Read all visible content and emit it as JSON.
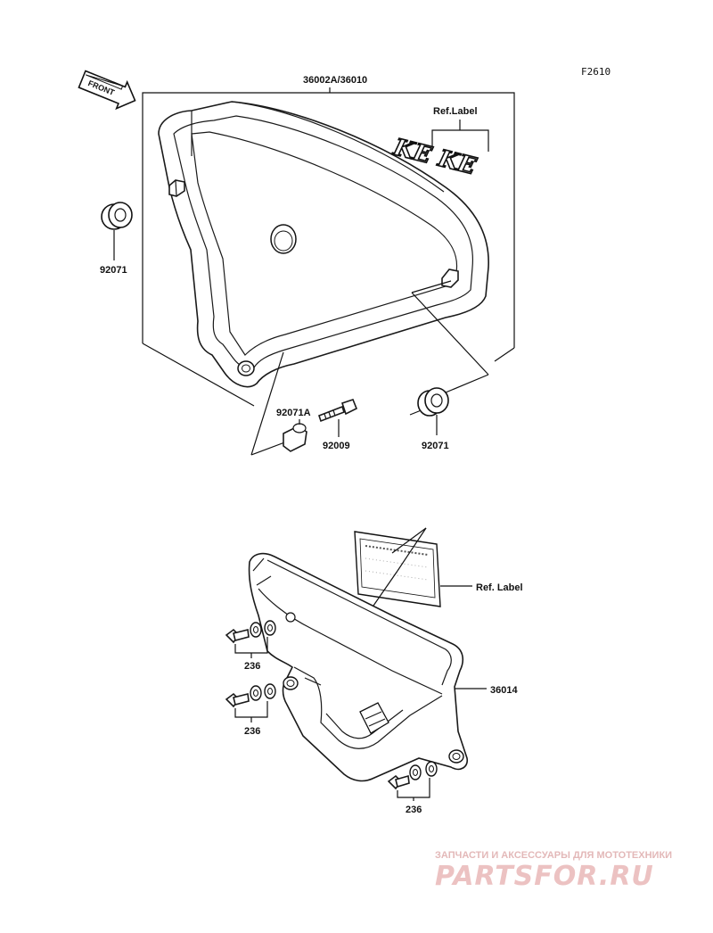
{
  "diagram": {
    "code": "F2610",
    "front_arrow_label": "FRONT",
    "side_cover": {
      "part_number": "36002A/36010",
      "ref_label": "Ref.Label",
      "decal_text": "KE KE"
    },
    "parts": {
      "grommet_left": "92071",
      "grommet_right": "92071",
      "collar": "92071A",
      "bolt": "92009"
    },
    "chain_guard": {
      "part_number": "36014",
      "ref_label": "Ref. Label",
      "bolt_label_1": "236",
      "bolt_label_2": "236",
      "bolt_label_3": "236"
    }
  },
  "watermark": {
    "tagline": "ЗАПЧАСТИ И АКСЕССУАРЫ ДЛЯ МОТОТЕХНИКИ",
    "logo": "PARTSFOR.RU"
  }
}
